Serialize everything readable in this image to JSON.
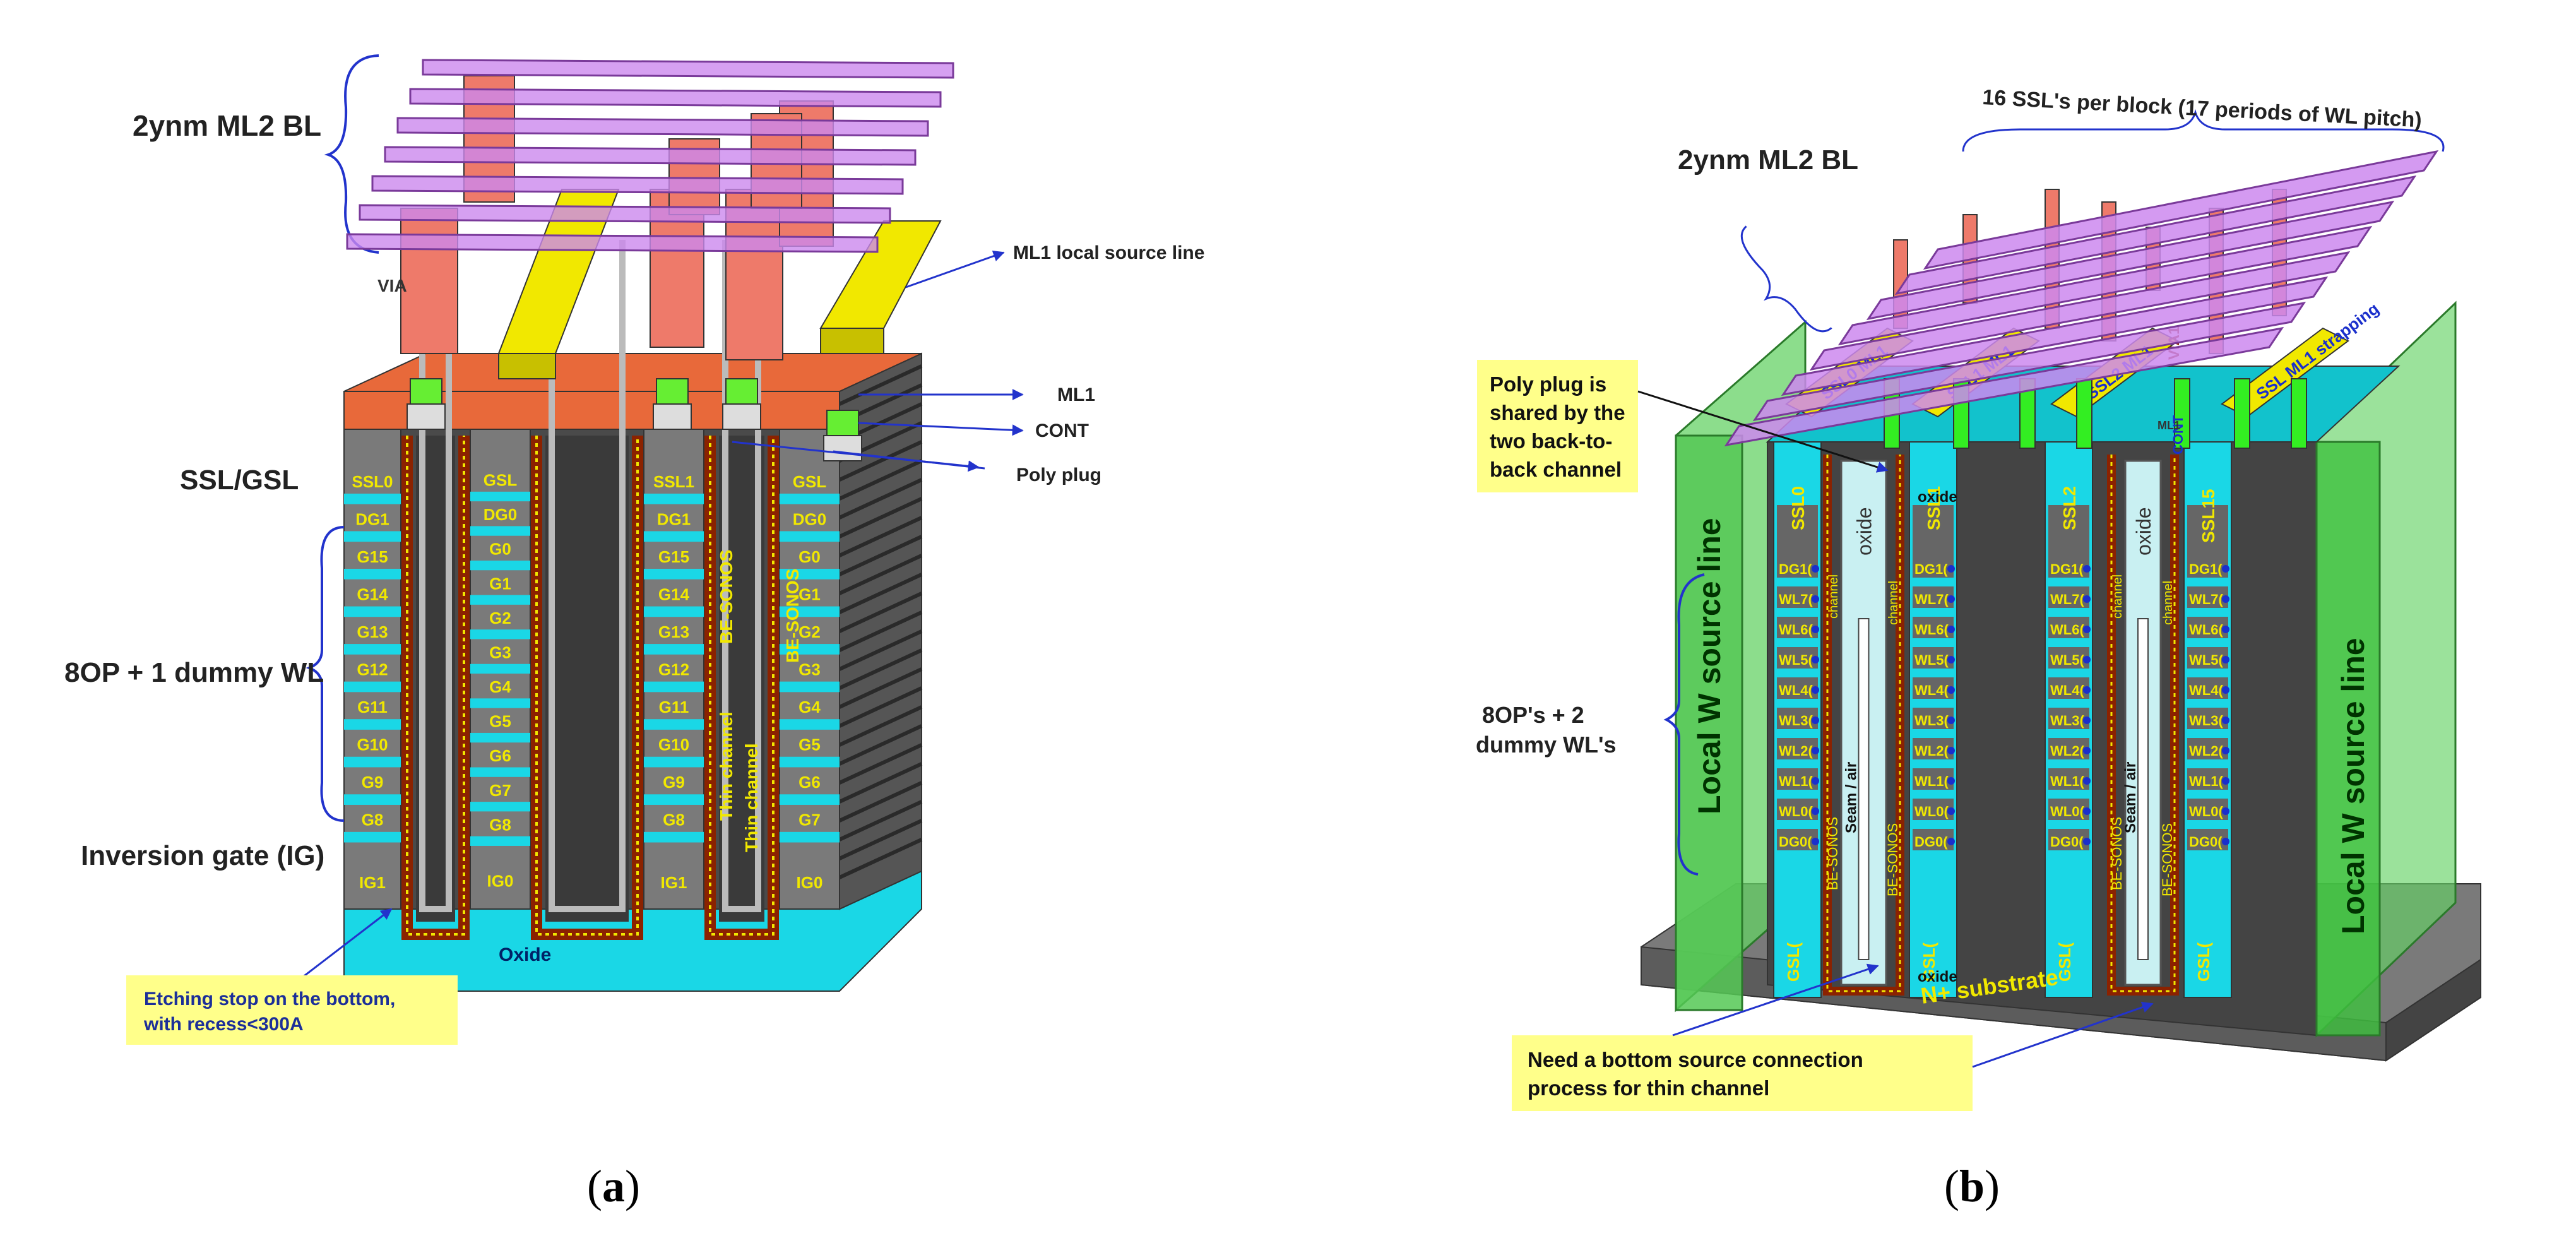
{
  "panel_a": {
    "label_bl": "2ynm ML2 BL",
    "label_ssl_gsl": "SSL/GSL",
    "label_wl": "8OP + 1 dummy WL",
    "label_ig": "Inversion gate (IG)",
    "callout_ml1_source": "ML1 local source line",
    "callout_ml1": "ML1",
    "callout_cont": "CONT",
    "callout_poly": "Poly plug",
    "via": "VIA",
    "oxide": "Oxide",
    "note_line1": "Etching stop on the bottom,",
    "note_line2": "with recess<300A",
    "channel_text_1": "Thin channel",
    "channel_text_2": "BE-SONOS",
    "col1_cells": [
      "SSL0",
      "DG1",
      "G15",
      "G14",
      "G13",
      "G12",
      "G11",
      "G10",
      "G9",
      "G8",
      "IG1"
    ],
    "col2_cells": [
      "GSL",
      "DG0",
      "G0",
      "G1",
      "G2",
      "G3",
      "G4",
      "G5",
      "G6",
      "G7",
      "G8",
      "IG0"
    ],
    "col3_cells": [
      "SSL1",
      "DG1",
      "G15",
      "G14",
      "G13",
      "G12",
      "G11",
      "G10",
      "G9",
      "G8",
      "IG1"
    ],
    "col4_cells": [
      "GSL",
      "DG0",
      "G0",
      "G1",
      "G2",
      "G3",
      "G4",
      "G5",
      "G6",
      "G7",
      "IG0"
    ],
    "small_oxide_1": "Oxide",
    "small_oxide_2": "Oxide"
  },
  "panel_b": {
    "label_bl": "2ynm ML2 BL",
    "label_ssl": "16 SSL's per block (17 periods of WL pitch)",
    "label_wl_line1": "8OP's + 2",
    "label_wl_line2": "dummy WL's",
    "note_top": [
      "Poly plug is",
      "shared by the",
      "two back-to-",
      "back channel"
    ],
    "note_bottom_line1": "Need a bottom source connection",
    "note_bottom_line2": "process for thin channel",
    "local_w_left": "Local W source line",
    "local_w_right": "Local W source line",
    "substrate": "N+ substrate",
    "strap_labels": [
      "SSL0 ML1",
      "SSL1 ML1",
      "SSL2 ML1",
      "SSL ML1 strapping"
    ],
    "via": "VIA1",
    "cont": "CONT",
    "ml1": "ML1",
    "oxide": "oxide",
    "seam": "Seam / air",
    "channel": "channel",
    "be_sonos": "BE-SONOS",
    "ssl_cols": [
      "SSL0",
      "SSL1",
      "SSL2",
      "SSL15"
    ],
    "cells": [
      "DG1(",
      "WL7(",
      "WL6(",
      "WL5(",
      "WL4(",
      "WL3(",
      "WL2(",
      "WL1(",
      "WL0(",
      "DG0("
    ],
    "gsl": "GSL("
  },
  "captions": {
    "a": "a",
    "b": "b"
  }
}
